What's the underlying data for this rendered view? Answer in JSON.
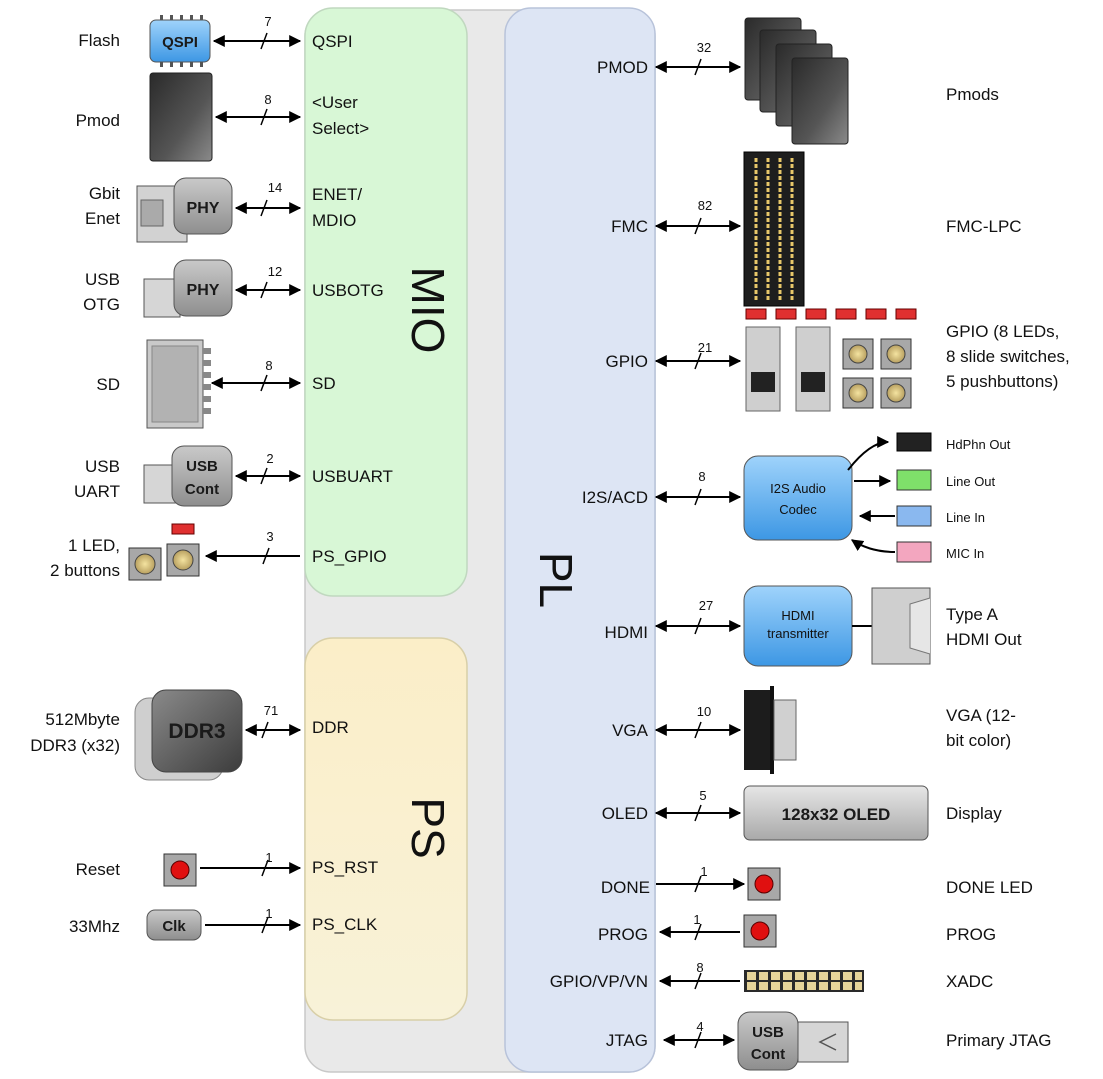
{
  "regions": {
    "mio": "MIO",
    "pl": "PL",
    "ps": "PS"
  },
  "left_devices": {
    "flash": "Flash",
    "pmod": "Pmod",
    "gbit_enet": [
      "Gbit",
      "Enet"
    ],
    "usb_otg": [
      "USB",
      "OTG"
    ],
    "sd": "SD",
    "usb_uart": [
      "USB",
      "UART"
    ],
    "led_buttons": [
      "1 LED,",
      "2 buttons"
    ],
    "ddr": [
      "512Mbyte",
      "DDR3 (x32)"
    ],
    "reset": "Reset",
    "clock": "33Mhz"
  },
  "chips": {
    "qspi": "QSPI",
    "phy": "PHY",
    "usb_cont": [
      "USB",
      "Cont"
    ],
    "ddr3": "DDR3",
    "clk": "Clk",
    "i2s": [
      "I2S Audio",
      "Codec"
    ],
    "hdmi_tx": [
      "HDMI",
      "transmitter"
    ],
    "oled": "128x32 OLED"
  },
  "ps_ports": {
    "qspi": "QSPI",
    "user_select": [
      "<User",
      "Select>"
    ],
    "enet": [
      "ENET/",
      "MDIO"
    ],
    "usbotg": "USBOTG",
    "sd": "SD",
    "usbuart": "USBUART",
    "ps_gpio": "PS_GPIO",
    "ddr": "DDR",
    "ps_rst": "PS_RST",
    "ps_clk": "PS_CLK"
  },
  "pl_ports": {
    "pmod": "PMOD",
    "fmc": "FMC",
    "gpio": "GPIO",
    "i2s": "I2S/ACD",
    "hdmi": "HDMI",
    "vga": "VGA",
    "oled": "OLED",
    "done": "DONE",
    "prog": "PROG",
    "xadc": "GPIO/VP/VN",
    "jtag": "JTAG"
  },
  "widths": {
    "qspi": "7",
    "pmod": "8",
    "enet": "14",
    "usbotg": "12",
    "sd": "8",
    "usbuart": "2",
    "ps_gpio": "3",
    "ddr": "71",
    "ps_rst": "1",
    "ps_clk": "1",
    "pl_pmod": "32",
    "fmc": "82",
    "gpio": "21",
    "i2s": "8",
    "hdmi": "27",
    "vga": "10",
    "oled": "5",
    "done": "1",
    "prog": "1",
    "xadc": "8",
    "jtag": "4"
  },
  "right_devices": {
    "pmods": "Pmods",
    "fmc_lpc": "FMC-LPC",
    "gpio": [
      "GPIO (8 LEDs,",
      "8 slide switches,",
      "5 pushbuttons)"
    ],
    "hdphn_out": "HdPhn Out",
    "line_out": "Line Out",
    "line_in": "Line In",
    "mic_in": "MIC In",
    "hdmi_out": [
      "Type A",
      "HDMI Out"
    ],
    "vga": [
      "VGA (12-",
      "bit color)"
    ],
    "display": "Display",
    "done_led": "DONE LED",
    "prog": "PROG",
    "xadc": "XADC",
    "primary_jtag": "Primary JTAG"
  },
  "colors": {
    "mio": "#d8f7d6",
    "pl": "#dde5f4",
    "ps": "#faf0c8",
    "chip_blue": "#64b3f0"
  }
}
